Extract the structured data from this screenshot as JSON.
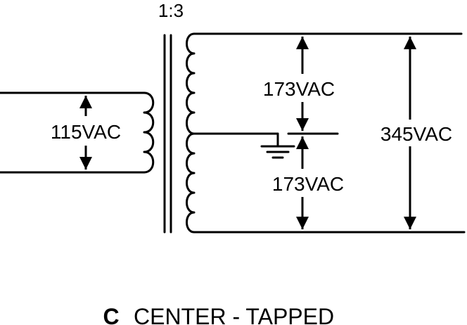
{
  "ratio": "1:3",
  "labels": {
    "primary_voltage": "115VAC",
    "upper_half_voltage": "173VAC",
    "lower_half_voltage": "173VAC",
    "total_secondary_voltage": "345VAC"
  },
  "caption": {
    "letter": "C",
    "text": "CENTER - TAPPED"
  }
}
